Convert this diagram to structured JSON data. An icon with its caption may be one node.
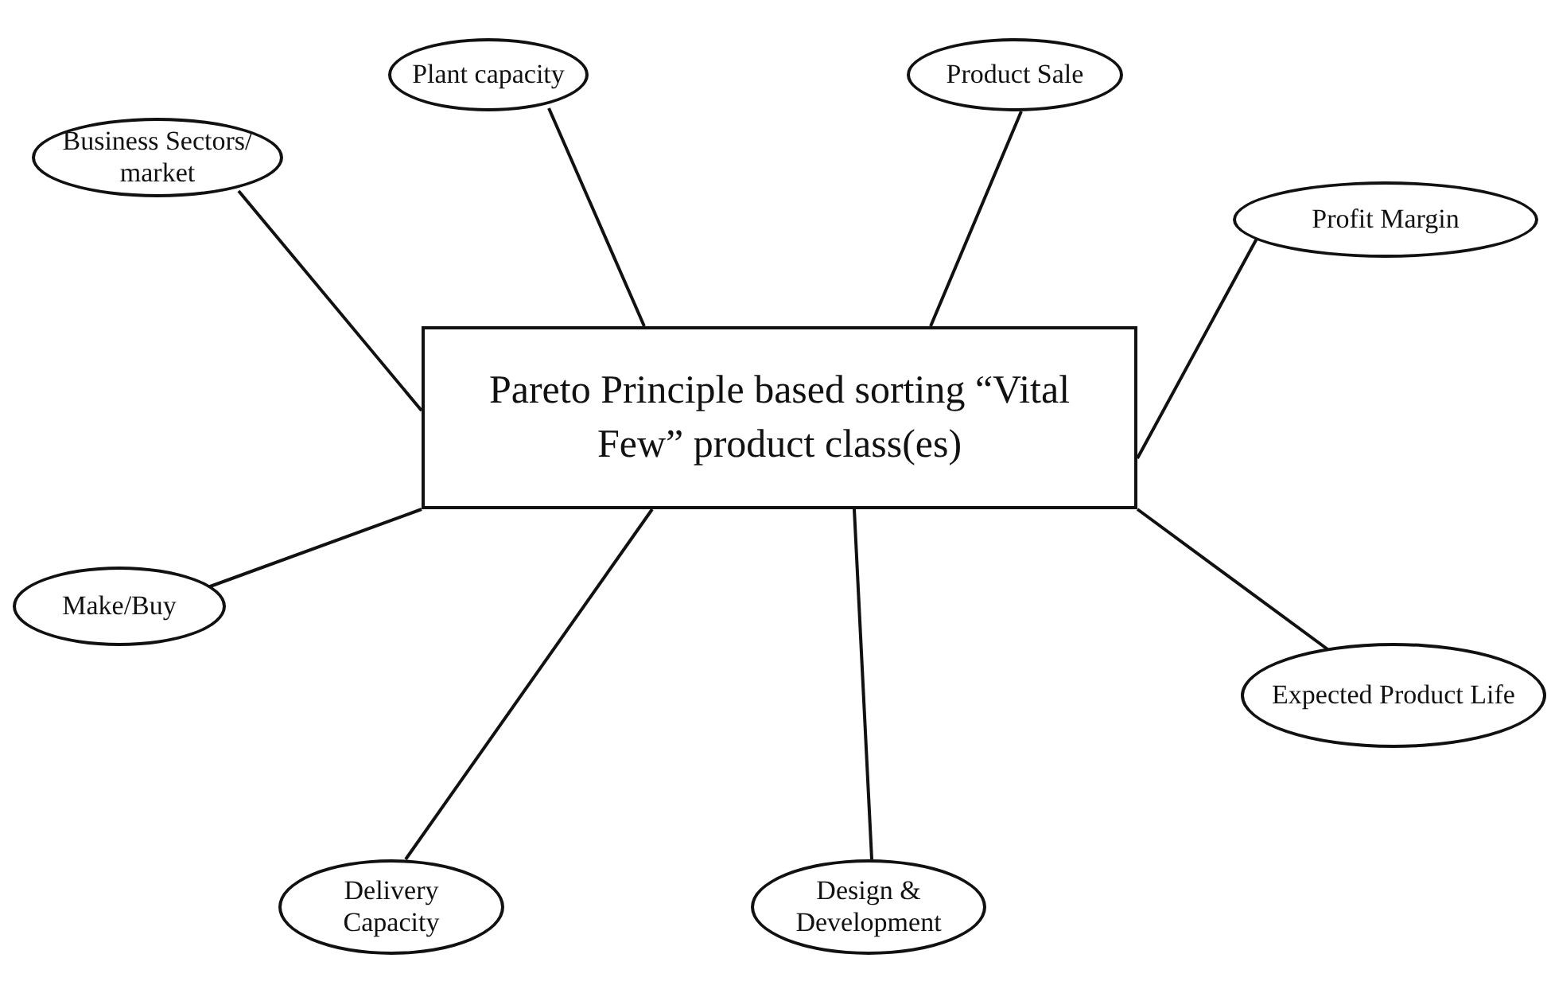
{
  "diagram": {
    "nodes": [
      {
        "text": [
          "Pareto Principle based sorting “Vital Few” product class(es)"
        ]
      },
      {
        "text": [
          "Plant capacity"
        ]
      },
      {
        "text": [
          "Product Sale"
        ]
      },
      {
        "text": [
          "Business Sectors/ market"
        ]
      },
      {
        "text": [
          "Profit Margin"
        ]
      },
      {
        "text": [
          "Make/Buy"
        ]
      },
      {
        "text": [
          "Expected Product Life"
        ]
      },
      {
        "text": [
          "Delivery Capacity"
        ]
      },
      {
        "text": [
          "Design & Development"
        ]
      }
    ],
    "edges": [
      {
        "from": 0,
        "to": 1,
        "arrow": "none"
      },
      {
        "from": 0,
        "to": 2,
        "arrow": "none"
      },
      {
        "from": 0,
        "to": 3,
        "arrow": "none"
      },
      {
        "from": 0,
        "to": 4,
        "arrow": "none"
      },
      {
        "from": 0,
        "to": 5,
        "arrow": "none"
      },
      {
        "from": 0,
        "to": 6,
        "arrow": "none"
      },
      {
        "from": 0,
        "to": 7,
        "arrow": "none"
      },
      {
        "from": 0,
        "to": 8,
        "arrow": "none"
      }
    ]
  }
}
